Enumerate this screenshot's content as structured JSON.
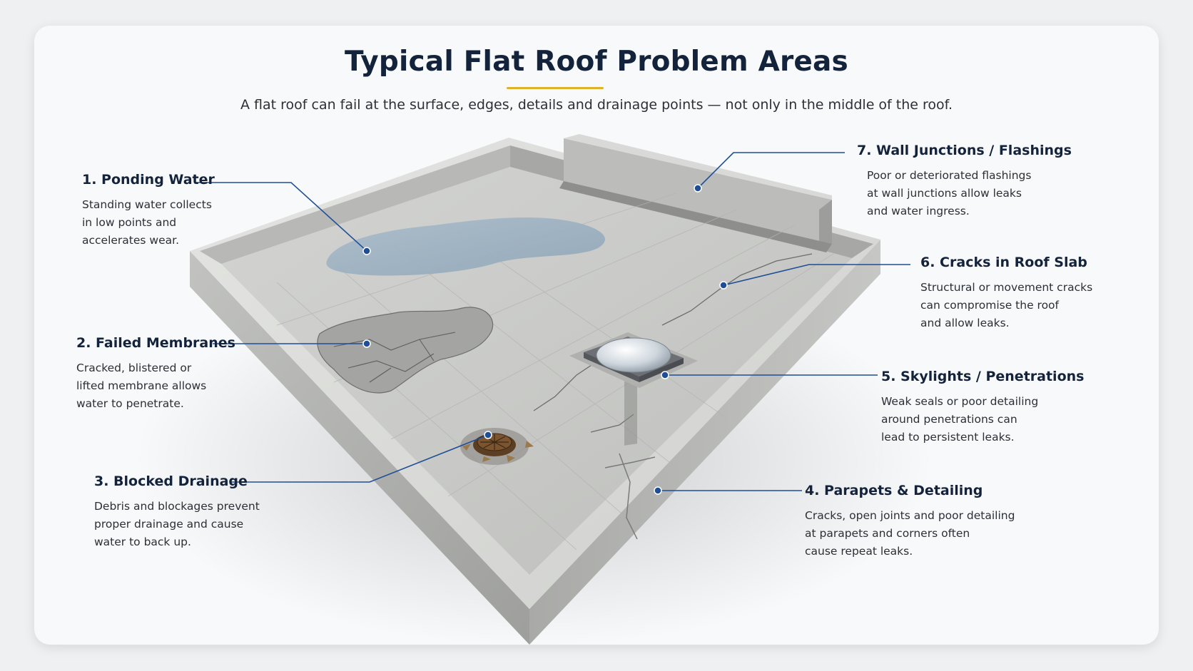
{
  "header": {
    "title": "Typical Flat Roof Problem Areas",
    "subtitle": "A flat roof can fail at the surface, edges, details and drainage points — not only in the middle of the roof."
  },
  "colors": {
    "accent_underline": "#e1b12c",
    "callout_line": "#1f4e96",
    "title": "#14233c"
  },
  "callouts": [
    {
      "heading": "1. Ponding Water",
      "lines": [
        "Standing water collects",
        "in low points and",
        "accelerates wear."
      ]
    },
    {
      "heading": "2. Failed Membranes",
      "lines": [
        "Cracked, blistered or",
        "lifted membrane allows",
        "water to penetrate."
      ]
    },
    {
      "heading": "3. Blocked Drainage",
      "lines": [
        "Debris and blockages prevent",
        "proper drainage and cause",
        "water to back up."
      ]
    },
    {
      "heading": "4. Parapets & Detailing",
      "lines": [
        "Cracks, open joints and poor detailing",
        "at parapets and corners often",
        "cause repeat leaks."
      ]
    },
    {
      "heading": "5. Skylights / Penetrations",
      "lines": [
        "Weak seals or poor detailing",
        "around penetrations can",
        "lead to persistent leaks."
      ]
    },
    {
      "heading": "6. Cracks in Roof Slab",
      "lines": [
        "Structural or movement cracks",
        "can compromise the roof",
        "and allow leaks."
      ]
    },
    {
      "heading": "7. Wall Junctions / Flashings",
      "lines": [
        "Poor or deteriorated flashings",
        "at wall junctions allow leaks",
        "and water ingress."
      ]
    }
  ],
  "illustration": {
    "subject": "isometric concrete flat roof with parapets",
    "icons": [
      "ponding-water",
      "failed-membrane",
      "roof-drain",
      "parapet-crack",
      "skylight",
      "slab-crack",
      "wall-flashing"
    ]
  }
}
